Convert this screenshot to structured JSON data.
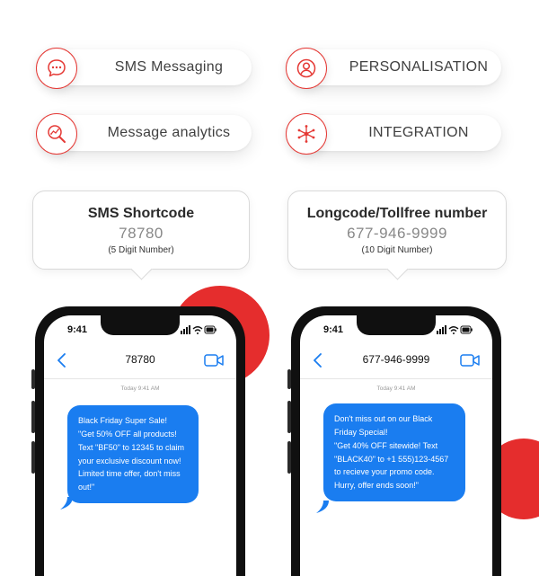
{
  "features": [
    {
      "label": "SMS Messaging",
      "icon": "chat-bubble-icon"
    },
    {
      "label": "PERSONALISATION",
      "icon": "user-profile-icon"
    },
    {
      "label": "Message analytics",
      "icon": "analytics-magnifier-icon"
    },
    {
      "label": "INTEGRATION",
      "icon": "network-nodes-icon"
    }
  ],
  "callouts": [
    {
      "title": "SMS Shortcode",
      "number": "78780",
      "subtitle": "(5 Digit Number)"
    },
    {
      "title": "Longcode/Tollfree number",
      "number": "677-946-9999",
      "subtitle": "(10 Digit Number)"
    }
  ],
  "phones": [
    {
      "time": "9:41",
      "contact": "78780",
      "timestamp": "Today 9:41 AM",
      "message_lines": [
        "Black Friday Super Sale!",
        "\"Get 50% OFF all products!",
        "Text \"BF50\" to  12345 to claim",
        "your exclusive discount now!",
        "Limited time offer, don't miss",
        "out!\""
      ]
    },
    {
      "time": "9:41",
      "contact": "677-946-9999",
      "timestamp": "Today 9:41 AM",
      "message_lines": [
        "Don't miss out on our Black",
        "Friday Special!",
        "\"Get 40% OFF sitewide! Text",
        "\"BLACK40\" to +1 555)123-4567",
        "to recieve your promo code.",
        "Hurry, offer ends soon!\""
      ]
    }
  ],
  "colors": {
    "accent_red": "#e52d2d",
    "bubble_blue": "#1a7df0",
    "ios_blue": "#1a7df0"
  }
}
